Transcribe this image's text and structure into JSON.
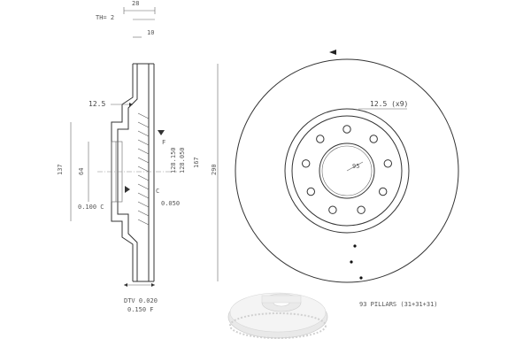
{
  "section_view": {
    "labels": {
      "width": "28",
      "thickness": "TH= 2",
      "depth": "10",
      "offset": "12.5",
      "outer_height": "137",
      "inner_height": "64",
      "bore_a": "128.150",
      "bore_b": "128.050",
      "hub": "167",
      "disc_diameter": "290",
      "tol_left": "0.100 C",
      "tol_right": "0.050",
      "ref_f": "F",
      "ref_c": "C",
      "dtv": "DTV 0.020",
      "runout": "0.150 F"
    }
  },
  "front_view": {
    "bolt_holes_label": "12.5 (x9)",
    "center_bore": "95",
    "pillars_note": "93 PILLARS (31+31+31)",
    "bolt_hole_count": 9
  },
  "colors": {
    "line": "#333333",
    "text": "#555555"
  }
}
